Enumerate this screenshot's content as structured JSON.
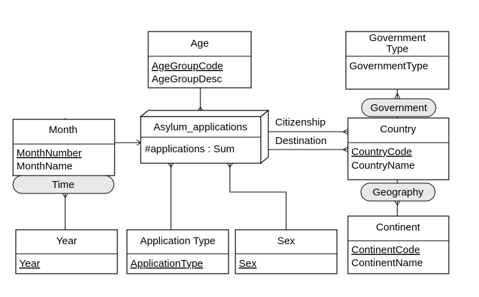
{
  "fact": {
    "name": "Asylum_applications",
    "measure": "#applications : Sum"
  },
  "dimensions": {
    "age": {
      "title": "Age",
      "attrs": [
        "AgeGroupCode",
        "AgeGroupDesc"
      ]
    },
    "month": {
      "title": "Month",
      "attrs": [
        "MonthNumber",
        "MonthName"
      ]
    },
    "year": {
      "title": "Year",
      "attrs": [
        "Year"
      ]
    },
    "application_type": {
      "title": "Application Type",
      "attrs": [
        "ApplicationType"
      ]
    },
    "sex": {
      "title": "Sex",
      "attrs": [
        "Sex"
      ]
    },
    "country": {
      "title": "Country",
      "attrs": [
        "CountryCode",
        "CountryName"
      ]
    },
    "government_type": {
      "title": "Government Type",
      "attrs": [
        "GovernmentType"
      ]
    },
    "continent": {
      "title": "Continent",
      "attrs": [
        "ContinentCode",
        "ContinentName"
      ]
    }
  },
  "hierarchies": {
    "time": "Time",
    "government": "Government",
    "geography": "Geography"
  },
  "roles": {
    "citizenship": "Citizenship",
    "destination": "Destination"
  }
}
